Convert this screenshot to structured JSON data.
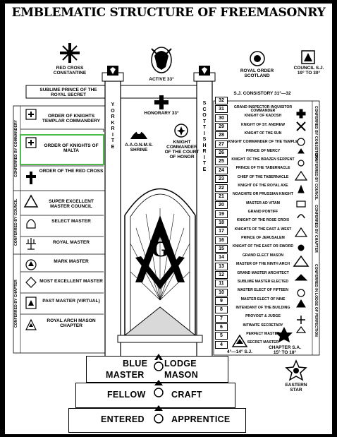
{
  "title": "EMBLEMATIC STRUCTURE OF FREEMASONRY",
  "top": {
    "red_cross_constantine": "RED CROSS CONSTANTINE",
    "sublime_prince": "SUBLIME PRINCE OF THE ROYAL SECRET",
    "active": "ACTIVE 33°",
    "honorary": "HONORARY 33°",
    "royal_order_scotland": "ROYAL ORDER SCOTLAND",
    "council": "COUNCIL S.J. 19° TO 30°",
    "consistory": "S.J. CONSISTORY 31°—32"
  },
  "york_rite": [
    "Y",
    "O",
    "R",
    "K",
    " ",
    "R",
    "I",
    "T",
    "E"
  ],
  "scottish_rite": [
    "S",
    "C",
    "O",
    "T",
    "T",
    "I",
    "S",
    "H",
    " ",
    "R",
    "I",
    "T",
    "E"
  ],
  "left_side": {
    "commandery_vertical": "CONFERRED BY COMMANDERY",
    "council_vertical": "CONFERRED BY COUNCIL",
    "chapter_vertical": "CONFERRED BY CHAPTER",
    "items": [
      "ORDER OF KNIGHTS TEMPLAR COMMANDERY",
      "ORDER OF KNIGHTS OF MALTA",
      "ORDER OF THE RED CROSS",
      "SUPER EXCELLENT MASTER COUNCIL",
      "SELECT MASTER",
      "ROYAL MASTER",
      "MARK MASTER",
      "MOST EXCELLENT MASTER",
      "PAST MASTER (VIRTUAL)",
      "ROYAL ARCH MASON CHAPTER"
    ]
  },
  "center": {
    "shrine": "A.A.O.N.M.S. SHRINE",
    "court_of_honor": "KNIGHT COMMANDER OF THE COURT OF HONOR",
    "g_letter": "G"
  },
  "degrees": [
    {
      "num": "32",
      "name": ""
    },
    {
      "num": "31",
      "name": "GRAND INSPECTOR INQUISITOR COMMANDER"
    },
    {
      "num": "30",
      "name": "KNIGHT OF KADOSH"
    },
    {
      "num": "29",
      "name": "KNIGHT OF ST. ANDREW"
    },
    {
      "num": "28",
      "name": "KNIGHT OF THE SUN"
    },
    {
      "num": "27",
      "name": "KNIGHT COMMANDER OF THE TEMPLE"
    },
    {
      "num": "26",
      "name": "PRINCE OF MERCY"
    },
    {
      "num": "25",
      "name": "KNIGHT OF THE BRAZEN SERPENT"
    },
    {
      "num": "24",
      "name": "PRINCE OF THE TABERNACLE"
    },
    {
      "num": "23",
      "name": "CHIEF OF THE TABERNACLE"
    },
    {
      "num": "22",
      "name": "KNIGHT OF THE ROYAL AXE"
    },
    {
      "num": "21",
      "name": "NOACHITE OR PRUSSIAN KNIGHT"
    },
    {
      "num": "20",
      "name": "MASTER AD VITAM"
    },
    {
      "num": "19",
      "name": "GRAND PONTIFF"
    },
    {
      "num": "18",
      "name": "KNIGHT OF THE ROSE CROIX"
    },
    {
      "num": "17",
      "name": "KNIGHTS OF THE EAST & WEST"
    },
    {
      "num": "16",
      "name": "PRINCE OF JERUSALEM"
    },
    {
      "num": "15",
      "name": "KNIGHT OF THE EAST OR SWORD"
    },
    {
      "num": "14",
      "name": "GRAND ELECT MASON"
    },
    {
      "num": "13",
      "name": "MASTER OF THE NINTH ARCH"
    },
    {
      "num": "12",
      "name": "GRAND MASTER ARCHITECT"
    },
    {
      "num": "11",
      "name": "SUBLIME MASTER ELECTED"
    },
    {
      "num": "10",
      "name": "MASTER ELECT OF FIFTEEN"
    },
    {
      "num": "9",
      "name": "MASTER ELECT OF NINE"
    },
    {
      "num": "8",
      "name": "INTENDANT OF THE BUILDING"
    },
    {
      "num": "7",
      "name": "PROVOST & JUDGE"
    },
    {
      "num": "6",
      "name": "INTIMATE SECRETARY"
    },
    {
      "num": "5",
      "name": "PERFECT MASTER"
    },
    {
      "num": "4",
      "name": "SECRET MASTER"
    }
  ],
  "right_side": {
    "consistory_vertical": "CONFERRED BY CONSISTORY",
    "council_vertical": "CONFERRED BY COUNCIL",
    "chapter_vertical": "CONFERRED BY CHAPTER",
    "lodge_vertical": "CONFERRED IN LODGE OF PERFECTION",
    "lodge_of_perfection": "4°—14° S.J.",
    "chapter_sa": "CHAPTER S.A. 15° TO 18°",
    "eastern_star": "EASTERN STAR"
  },
  "steps": {
    "blue": "BLUE",
    "lodge": "LODGE",
    "master": "MASTER",
    "mason": "MASON",
    "fellow": "FELLOW",
    "craft": "CRAFT",
    "entered": "ENTERED",
    "apprentice": "APPRENTICE"
  },
  "colors": {
    "highlight": "#3ab23a",
    "ink": "#000000",
    "paper": "#ffffff"
  }
}
